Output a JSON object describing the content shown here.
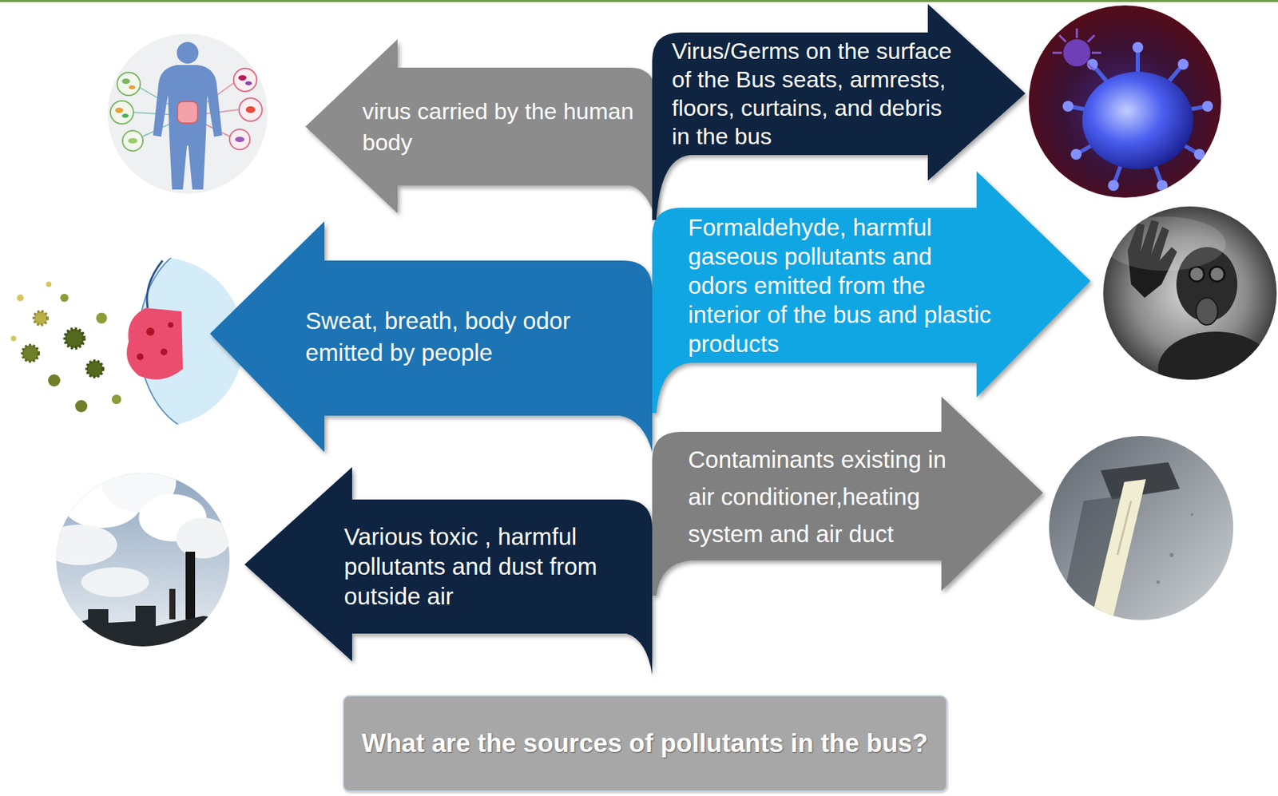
{
  "diagram": {
    "nodes": [
      {
        "text": [
          "virus carried by the human body"
        ]
      },
      {
        "text": [
          "Virus/Germs on the surface of the Bus seats, armrests, floors, curtains, and debris in the bus"
        ]
      },
      {
        "text": [
          "Sweat, breath, body odor emitted by people"
        ]
      },
      {
        "text": [
          "Formaldehyde, harmful gaseous pollutants and odors emitted from the interior of the bus and plastic products"
        ]
      },
      {
        "text": [
          "Various toxic , harmful pollutants and dust from outside air"
        ]
      },
      {
        "text": [
          "Contaminants existing in air conditioner,heating system and air duct"
        ]
      },
      {
        "text": [
          "What are the sources of pollutants in the bus?"
        ]
      }
    ]
  }
}
